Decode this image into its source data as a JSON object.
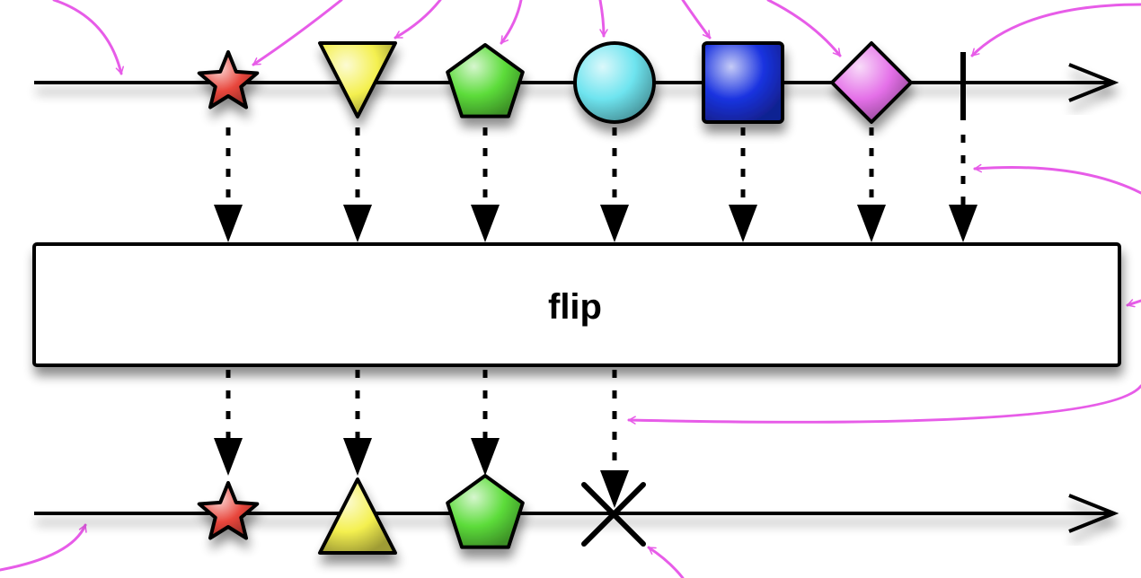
{
  "operator": {
    "label": "flip"
  },
  "colors": {
    "line": "#000000",
    "annotation": "#e75ce8",
    "box_fill": "#ffffff",
    "shadow": "#9a9a9a"
  },
  "input_stream": {
    "items": [
      {
        "shape": "star",
        "color": "#e8463c"
      },
      {
        "shape": "triangle-down",
        "color": "#f4f050"
      },
      {
        "shape": "pentagon",
        "color": "#5cdc3a"
      },
      {
        "shape": "circle",
        "color": "#6ee4ef"
      },
      {
        "shape": "square",
        "color": "#1a33e0"
      },
      {
        "shape": "diamond",
        "color": "#e46fe8"
      }
    ],
    "terminator": "completion-bar"
  },
  "output_stream": {
    "items": [
      {
        "shape": "star",
        "color": "#e8463c"
      },
      {
        "shape": "triangle-up",
        "color": "#f4f050"
      },
      {
        "shape": "pentagon",
        "color": "#5cdc3a"
      }
    ],
    "terminator": "error-x"
  }
}
